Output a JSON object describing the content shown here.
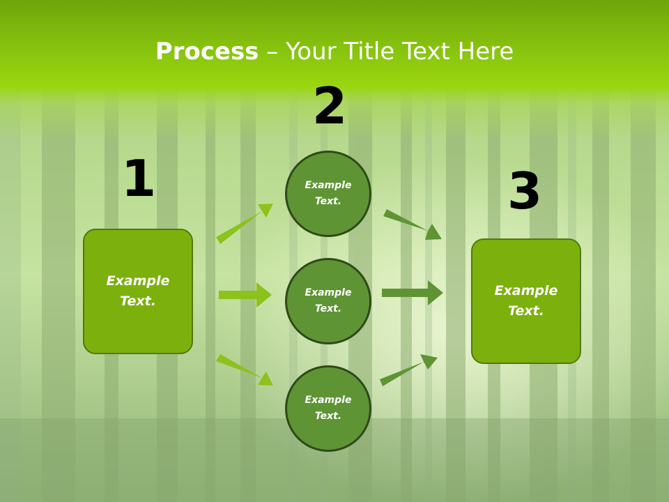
{
  "title": {
    "bold": "Process",
    "rest": " – Your Title Text Here"
  },
  "steps": [
    {
      "number": "1",
      "label": "Example\nText."
    },
    {
      "number": "2",
      "nodes": [
        "Example\nText.",
        "Example\nText.",
        "Example\nText."
      ]
    },
    {
      "number": "3",
      "label": "Example\nText."
    }
  ],
  "colors": {
    "title_band": "#8ac70f",
    "box_fill": "#7cb00d",
    "circle_fill": "#5f9435",
    "arrow_light": "#8bc21c",
    "arrow_dark": "#5f9435"
  }
}
